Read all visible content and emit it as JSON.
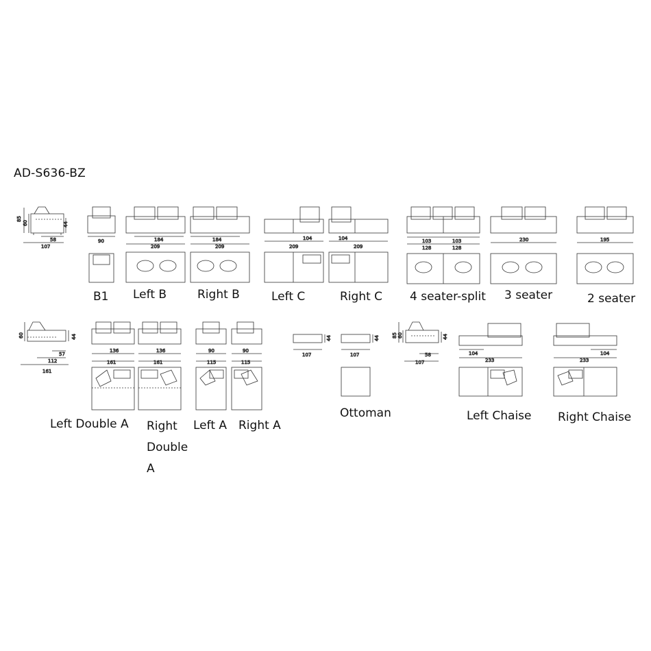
{
  "model": "AD-S636-BZ",
  "profile_row1": {
    "height_total": "85",
    "seat_height": "60",
    "arm_height": "44",
    "seat_depth": "58",
    "depth": "107"
  },
  "profile_row2": {
    "back_height": "60",
    "arm_height": "44",
    "seat_depth": "57",
    "seat_depth_2": "112",
    "depth": "161"
  },
  "profile_row2b": {
    "height_total": "85",
    "seat_height": "60",
    "arm_height": "44",
    "seat_depth": "58",
    "depth": "107"
  },
  "modules": [
    {
      "id": "b1",
      "name": "B1",
      "dims": [
        "90"
      ]
    },
    {
      "id": "left-b",
      "name": "Left B",
      "dims": [
        "184",
        "209"
      ]
    },
    {
      "id": "right-b",
      "name": "Right B",
      "dims": [
        "184",
        "209"
      ]
    },
    {
      "id": "left-c",
      "name": "Left C",
      "dims": [
        "209"
      ]
    },
    {
      "id": "right-c",
      "name": "Right C",
      "dims": [
        "104",
        "209"
      ]
    },
    {
      "id": "four-seater-split",
      "name": "4 seater-split",
      "dims": [
        "103",
        "103",
        "128",
        "128"
      ]
    },
    {
      "id": "three-seater",
      "name": "3 seater",
      "dims": [
        "230"
      ]
    },
    {
      "id": "two-seater",
      "name": "2 seater",
      "dims": [
        "195"
      ]
    },
    {
      "id": "left-double-a",
      "name": "Left Double A",
      "dims": [
        "136",
        "161"
      ]
    },
    {
      "id": "right-double-a",
      "name": "Right Double A",
      "lines": [
        "Right",
        "Double",
        "A"
      ],
      "dims": [
        "136",
        "161"
      ]
    },
    {
      "id": "left-a",
      "name": "Left A",
      "dims": [
        "90",
        "115"
      ]
    },
    {
      "id": "right-a",
      "name": "Right A",
      "dims": [
        "90",
        "115"
      ]
    },
    {
      "id": "ottoman",
      "name": "Ottoman",
      "dims": [
        "107",
        "44",
        "107",
        "44"
      ]
    },
    {
      "id": "left-chaise",
      "name": "Left Chaise",
      "dims": [
        "104",
        "233"
      ]
    },
    {
      "id": "right-chaise",
      "name": "Right Chaise",
      "dims": [
        "104",
        "233"
      ]
    }
  ],
  "left_c_extra": "104"
}
